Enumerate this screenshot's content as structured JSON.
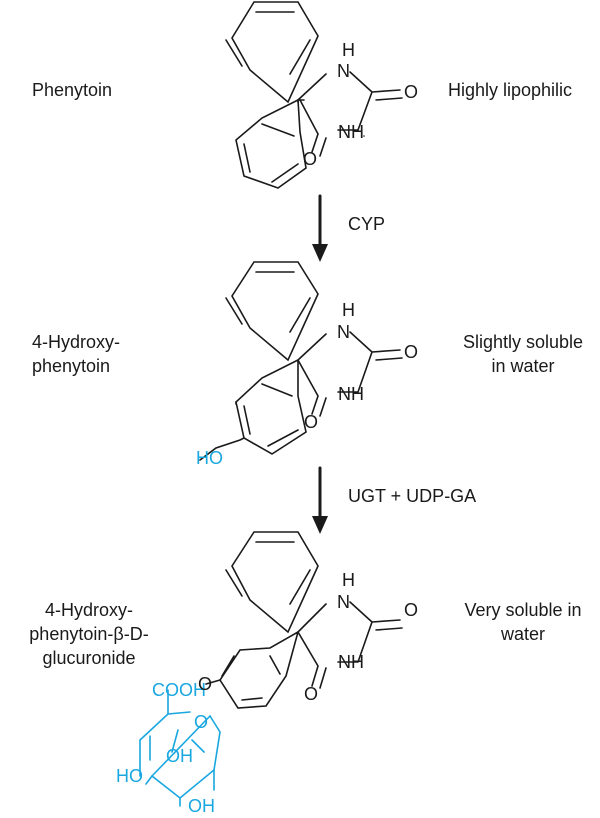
{
  "compounds": [
    {
      "name_lines": [
        "Phenytoin"
      ],
      "property_lines": [
        "Highly lipophilic"
      ]
    },
    {
      "name_lines": [
        "4-Hydroxy-",
        "phenytoin"
      ],
      "property_lines": [
        "Slightly soluble",
        "in water"
      ]
    },
    {
      "name_lines": [
        "4-Hydroxy-",
        "phenytoin-β-D-",
        "glucuronide"
      ],
      "property_lines": [
        "Very soluble in",
        "water"
      ]
    }
  ],
  "steps": [
    {
      "label": "CYP"
    },
    {
      "label": "UGT + UDP-GA"
    }
  ],
  "atoms": {
    "hydantoin": {
      "h": "H",
      "n1": "N",
      "o_carbonyl": "O",
      "o_lower": "O",
      "nh": "NH"
    },
    "hydroxy": "HO",
    "glucuronide": {
      "cooh": "COOH",
      "oh_ring": "OH",
      "ho_left": "HO",
      "oh_bottom": "OH",
      "o_link": "O"
    }
  },
  "colors": {
    "text": "#1a1a1a",
    "highlight": "#19a7e0"
  }
}
